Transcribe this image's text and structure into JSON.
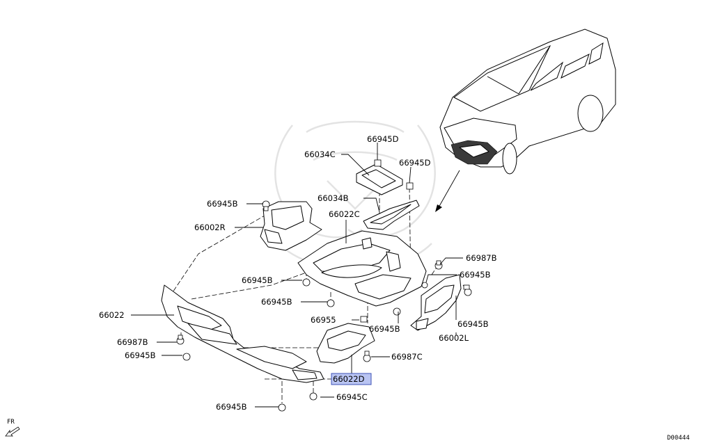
{
  "labels": {
    "l_66945D_a": "66945D",
    "l_66034C": "66034C",
    "l_66945D_b": "66945D",
    "l_66034B": "66034B",
    "l_66945B_top": "66945B",
    "l_66022C": "66022C",
    "l_66002R": "66002R",
    "l_66987B_r": "66987B",
    "l_66945B_r1": "66945B",
    "l_66945B_m1": "66945B",
    "l_66945B_m2": "66945B",
    "l_66955": "66955",
    "l_66945B_r2": "66945B",
    "l_66945B_c": "66945B",
    "l_66002L": "66002L",
    "l_66022": "66022",
    "l_66987B_l": "66987B",
    "l_66945B_l": "66945B",
    "l_66987C": "66987C",
    "l_66022D": "66022D",
    "l_66945B_bot": "66945B",
    "l_66945C": "66945C"
  },
  "fr_label": "FR",
  "diagram_code": "D00444",
  "highlight_color": "#b9c4f2"
}
